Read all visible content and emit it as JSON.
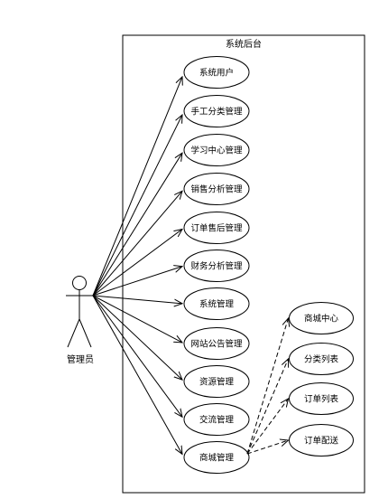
{
  "system": {
    "title": "系统后台"
  },
  "actor": {
    "label": "管理员"
  },
  "use_cases": [
    {
      "id": "uc1",
      "label": "系统用户"
    },
    {
      "id": "uc2",
      "label": "手工分类管理"
    },
    {
      "id": "uc3",
      "label": "学习中心管理"
    },
    {
      "id": "uc4",
      "label": "销售分析管理"
    },
    {
      "id": "uc5",
      "label": "订单售后管理"
    },
    {
      "id": "uc6",
      "label": "财务分析管理"
    },
    {
      "id": "uc7",
      "label": "系统管理"
    },
    {
      "id": "uc8",
      "label": "网站公告管理"
    },
    {
      "id": "uc9",
      "label": "资源管理"
    },
    {
      "id": "uc10",
      "label": "交流管理"
    },
    {
      "id": "uc11",
      "label": "商城管理"
    }
  ],
  "sub_cases": [
    {
      "id": "sc1",
      "label": "商城中心"
    },
    {
      "id": "sc2",
      "label": "分类列表"
    },
    {
      "id": "sc3",
      "label": "订单列表"
    },
    {
      "id": "sc4",
      "label": "订单配送"
    }
  ],
  "colors": {
    "stroke": "#000000",
    "background": "#ffffff"
  }
}
